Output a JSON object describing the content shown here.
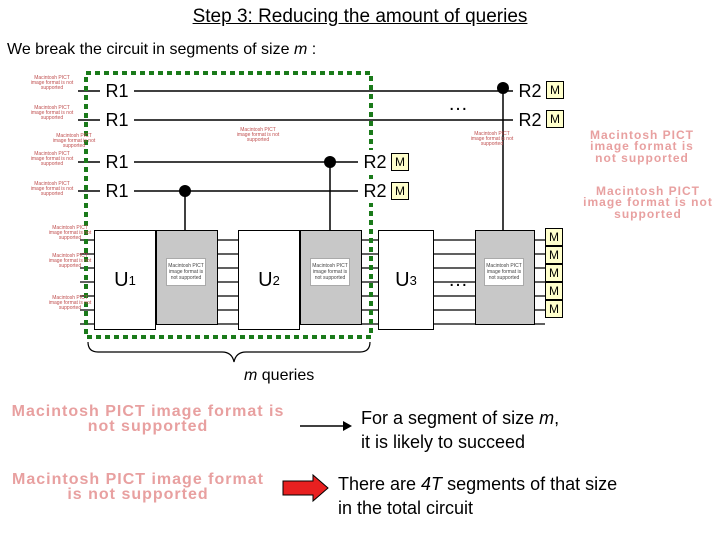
{
  "title": "Step 3: Reducing the amount of queries",
  "subtitle": {
    "text": "We break the circuit in segments of size ",
    "var": "m",
    "tail": " :"
  },
  "labels": {
    "r1": "R1",
    "r2": "R2",
    "m": "M",
    "u1": "U",
    "u1_sub": "1",
    "u2": "U",
    "u2_sub": "2",
    "u3": "U",
    "u3_sub": "3",
    "dots": "…",
    "mq_var": "m",
    "mq_text": " queries"
  },
  "notes": {
    "segment_line1_a": "For a segment of size ",
    "segment_var": "m",
    "segment_line1_b": ",",
    "segment_line2": "it is likely to succeed",
    "total_line1_a": "There are ",
    "total_var": "4T",
    "total_line1_b": " segments of that size",
    "total_line2": "in the total circuit"
  },
  "pict": {
    "big": "Macintosh PICT image format is not supported",
    "small": "Macintosh PICT image format is not supported"
  },
  "colors": {
    "dashed_box": "#1a7a1a",
    "gray_box": "#c8c8c8",
    "measure_fill": "#ffffcc",
    "red_arrow": "#e82020",
    "pict_text": "#e8a0a0"
  }
}
